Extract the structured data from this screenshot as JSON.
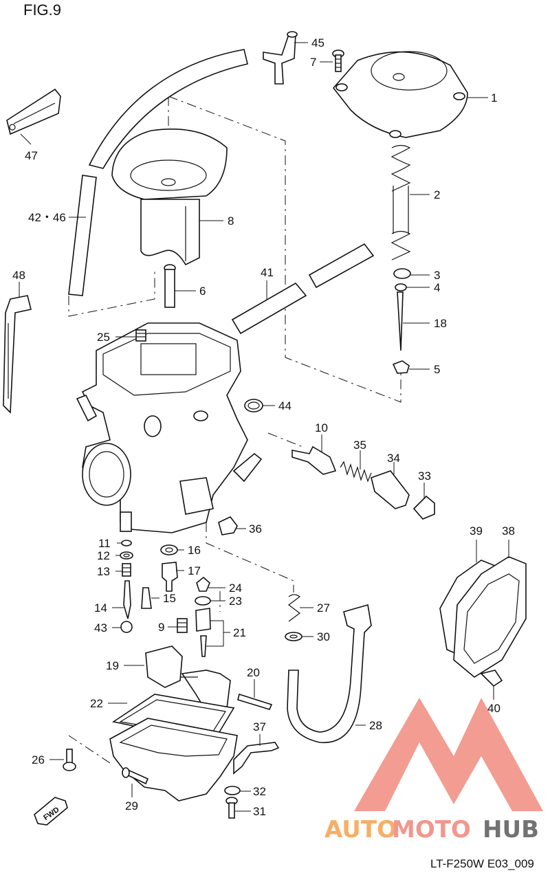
{
  "figure_title": "FIG.9",
  "drawing_code": "LT-F250W E03_009",
  "watermark": {
    "text_part1": "AUTO",
    "text_part2": "MOTO",
    "text_part3": "HUB",
    "color_primary": "#f6a04d",
    "color_secondary": "#f0857a",
    "color_tertiary": "#5a5a5a"
  },
  "fwd_marker": "FWD",
  "callouts": [
    {
      "id": "1",
      "label": "1"
    },
    {
      "id": "2",
      "label": "2"
    },
    {
      "id": "3",
      "label": "3"
    },
    {
      "id": "4",
      "label": "4"
    },
    {
      "id": "5",
      "label": "5"
    },
    {
      "id": "6",
      "label": "6"
    },
    {
      "id": "7",
      "label": "7"
    },
    {
      "id": "8",
      "label": "8"
    },
    {
      "id": "9",
      "label": "9"
    },
    {
      "id": "10",
      "label": "10"
    },
    {
      "id": "11",
      "label": "11"
    },
    {
      "id": "12",
      "label": "12"
    },
    {
      "id": "13",
      "label": "13"
    },
    {
      "id": "14",
      "label": "14"
    },
    {
      "id": "15",
      "label": "15"
    },
    {
      "id": "16",
      "label": "16"
    },
    {
      "id": "17",
      "label": "17"
    },
    {
      "id": "18",
      "label": "18"
    },
    {
      "id": "19",
      "label": "19"
    },
    {
      "id": "20",
      "label": "20"
    },
    {
      "id": "21",
      "label": "21"
    },
    {
      "id": "22",
      "label": "22"
    },
    {
      "id": "23",
      "label": "23"
    },
    {
      "id": "24",
      "label": "24"
    },
    {
      "id": "25",
      "label": "25"
    },
    {
      "id": "26",
      "label": "26"
    },
    {
      "id": "27",
      "label": "27"
    },
    {
      "id": "28",
      "label": "28"
    },
    {
      "id": "29",
      "label": "29"
    },
    {
      "id": "30",
      "label": "30"
    },
    {
      "id": "31",
      "label": "31"
    },
    {
      "id": "32",
      "label": "32"
    },
    {
      "id": "33",
      "label": "33"
    },
    {
      "id": "34",
      "label": "34"
    },
    {
      "id": "35",
      "label": "35"
    },
    {
      "id": "36",
      "label": "36"
    },
    {
      "id": "37",
      "label": "37"
    },
    {
      "id": "38",
      "label": "38"
    },
    {
      "id": "39",
      "label": "39"
    },
    {
      "id": "40",
      "label": "40"
    },
    {
      "id": "41",
      "label": "41"
    },
    {
      "id": "42_46",
      "label": "42・46"
    },
    {
      "id": "43",
      "label": "43"
    },
    {
      "id": "44",
      "label": "44"
    },
    {
      "id": "45",
      "label": "45"
    },
    {
      "id": "47",
      "label": "47"
    },
    {
      "id": "48",
      "label": "48"
    }
  ]
}
